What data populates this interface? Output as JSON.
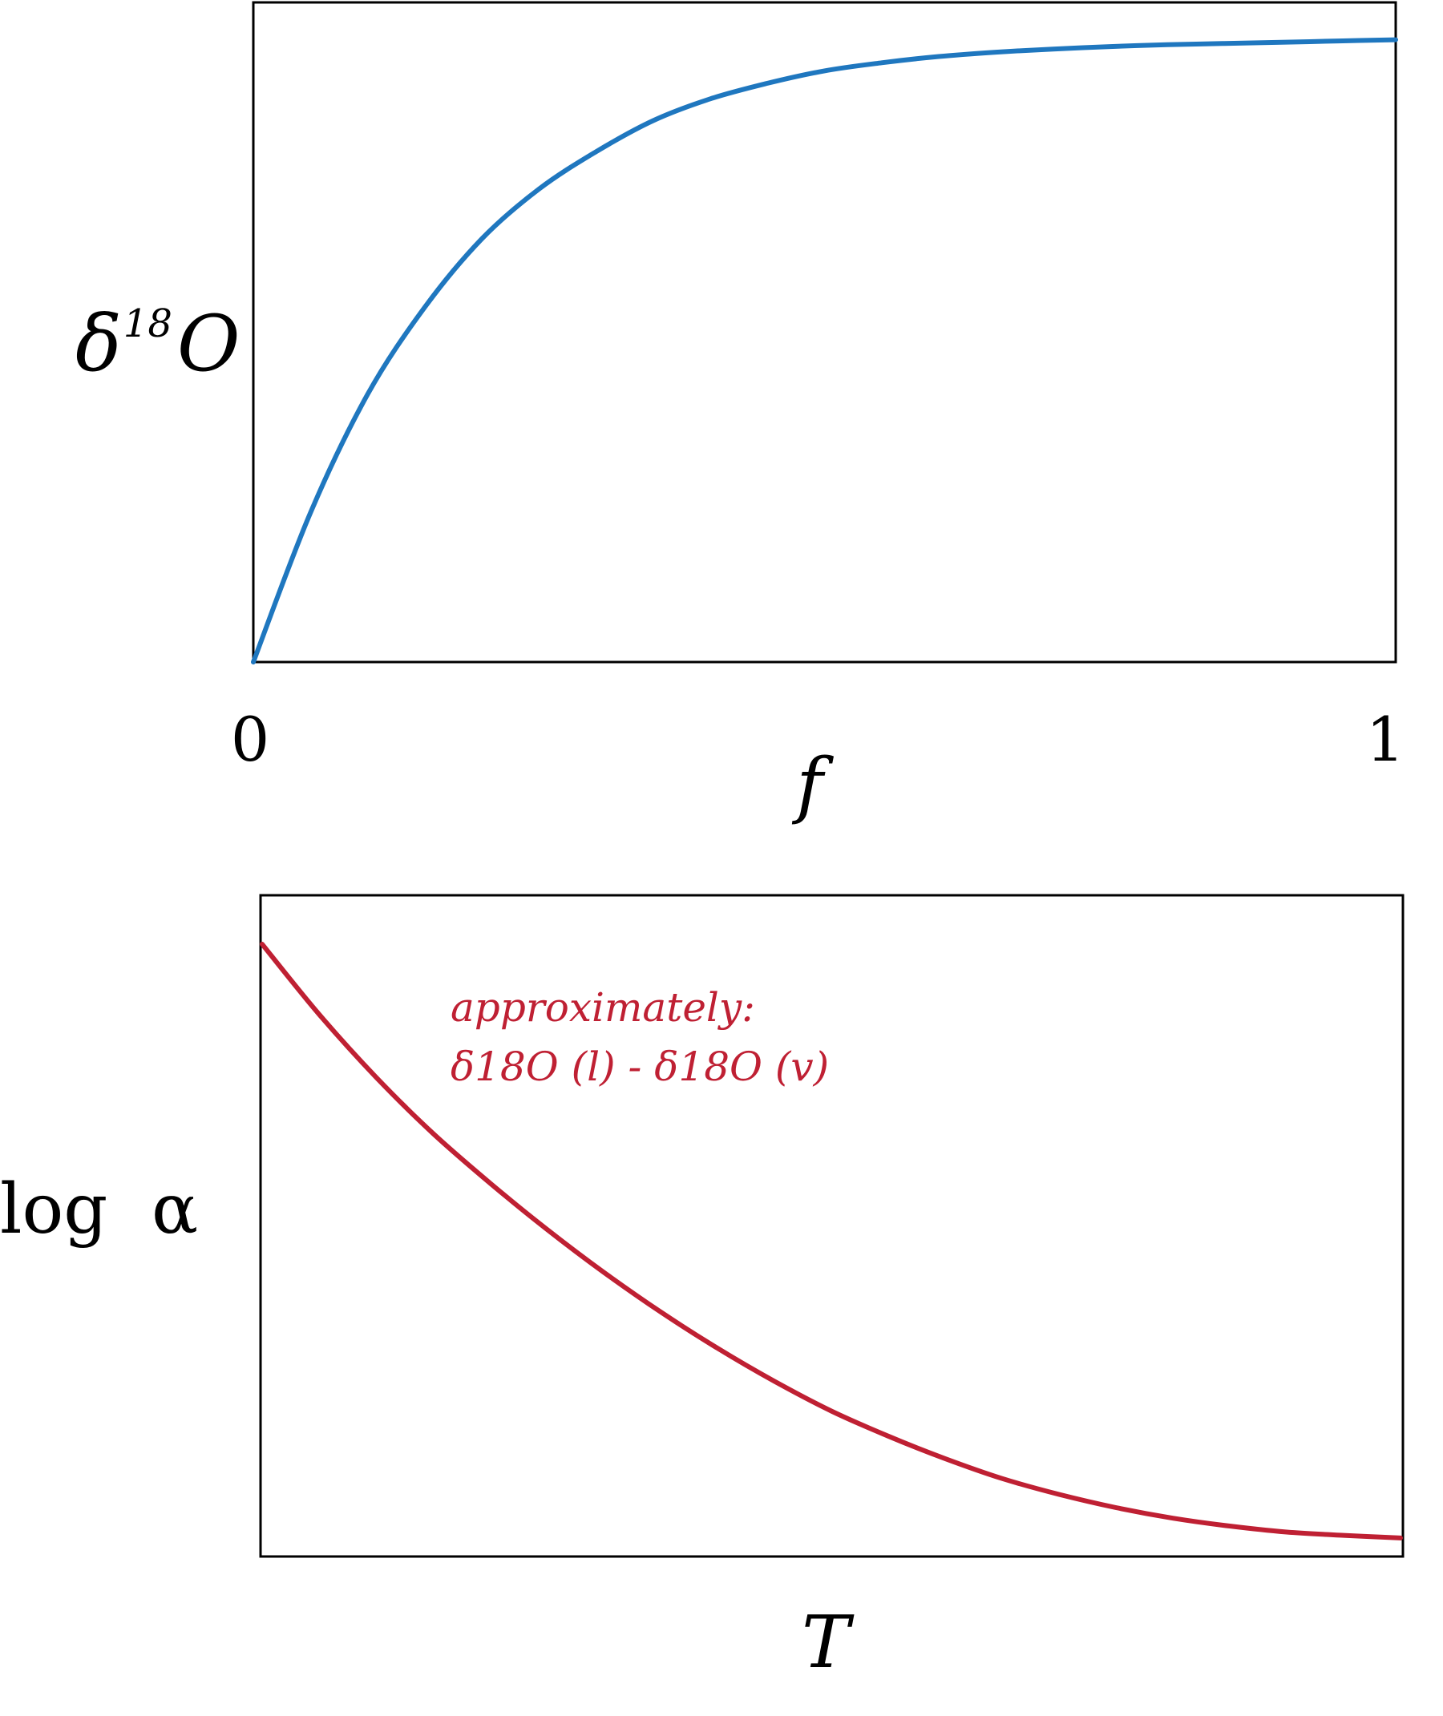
{
  "chart_data": [
    {
      "type": "line",
      "xlabel": "f",
      "ylabel_base": "δ",
      "ylabel_sup": "18",
      "ylabel_tail": "O",
      "x_ticks": [
        "0",
        "1"
      ],
      "xlim": [
        0,
        1
      ],
      "ylim": [
        0,
        1.06
      ],
      "color": "#1f77bf",
      "series": [
        {
          "x": [
            0,
            0.05,
            0.1,
            0.15,
            0.2,
            0.25,
            0.3,
            0.35,
            0.4,
            0.45,
            0.5,
            0.55,
            0.6,
            0.65,
            0.7,
            0.75,
            0.8,
            0.85,
            0.9,
            0.95,
            1.0
          ],
          "y": [
            0,
            0.24,
            0.43,
            0.57,
            0.68,
            0.76,
            0.82,
            0.87,
            0.905,
            0.93,
            0.95,
            0.963,
            0.973,
            0.98,
            0.985,
            0.989,
            0.992,
            0.994,
            0.996,
            0.998,
            1.0
          ]
        }
      ]
    },
    {
      "type": "line",
      "xlabel": "T",
      "ylabel": "log  α",
      "xlim": [
        0,
        1
      ],
      "ylim": [
        0,
        1
      ],
      "color": "#bf2033",
      "annotation_line1": "approximately:",
      "annotation_line2": "δ18O (l) - δ18O (v)",
      "series": [
        {
          "x": [
            0,
            0.05,
            0.1,
            0.15,
            0.2,
            0.25,
            0.3,
            0.35,
            0.4,
            0.45,
            0.5,
            0.55,
            0.6,
            0.65,
            0.7,
            0.75,
            0.8,
            0.85,
            0.9,
            0.95,
            1.0
          ],
          "y": [
            0.926,
            0.82,
            0.725,
            0.64,
            0.565,
            0.495,
            0.43,
            0.37,
            0.315,
            0.265,
            0.22,
            0.182,
            0.148,
            0.118,
            0.094,
            0.074,
            0.058,
            0.046,
            0.037,
            0.032,
            0.028
          ]
        }
      ]
    }
  ]
}
